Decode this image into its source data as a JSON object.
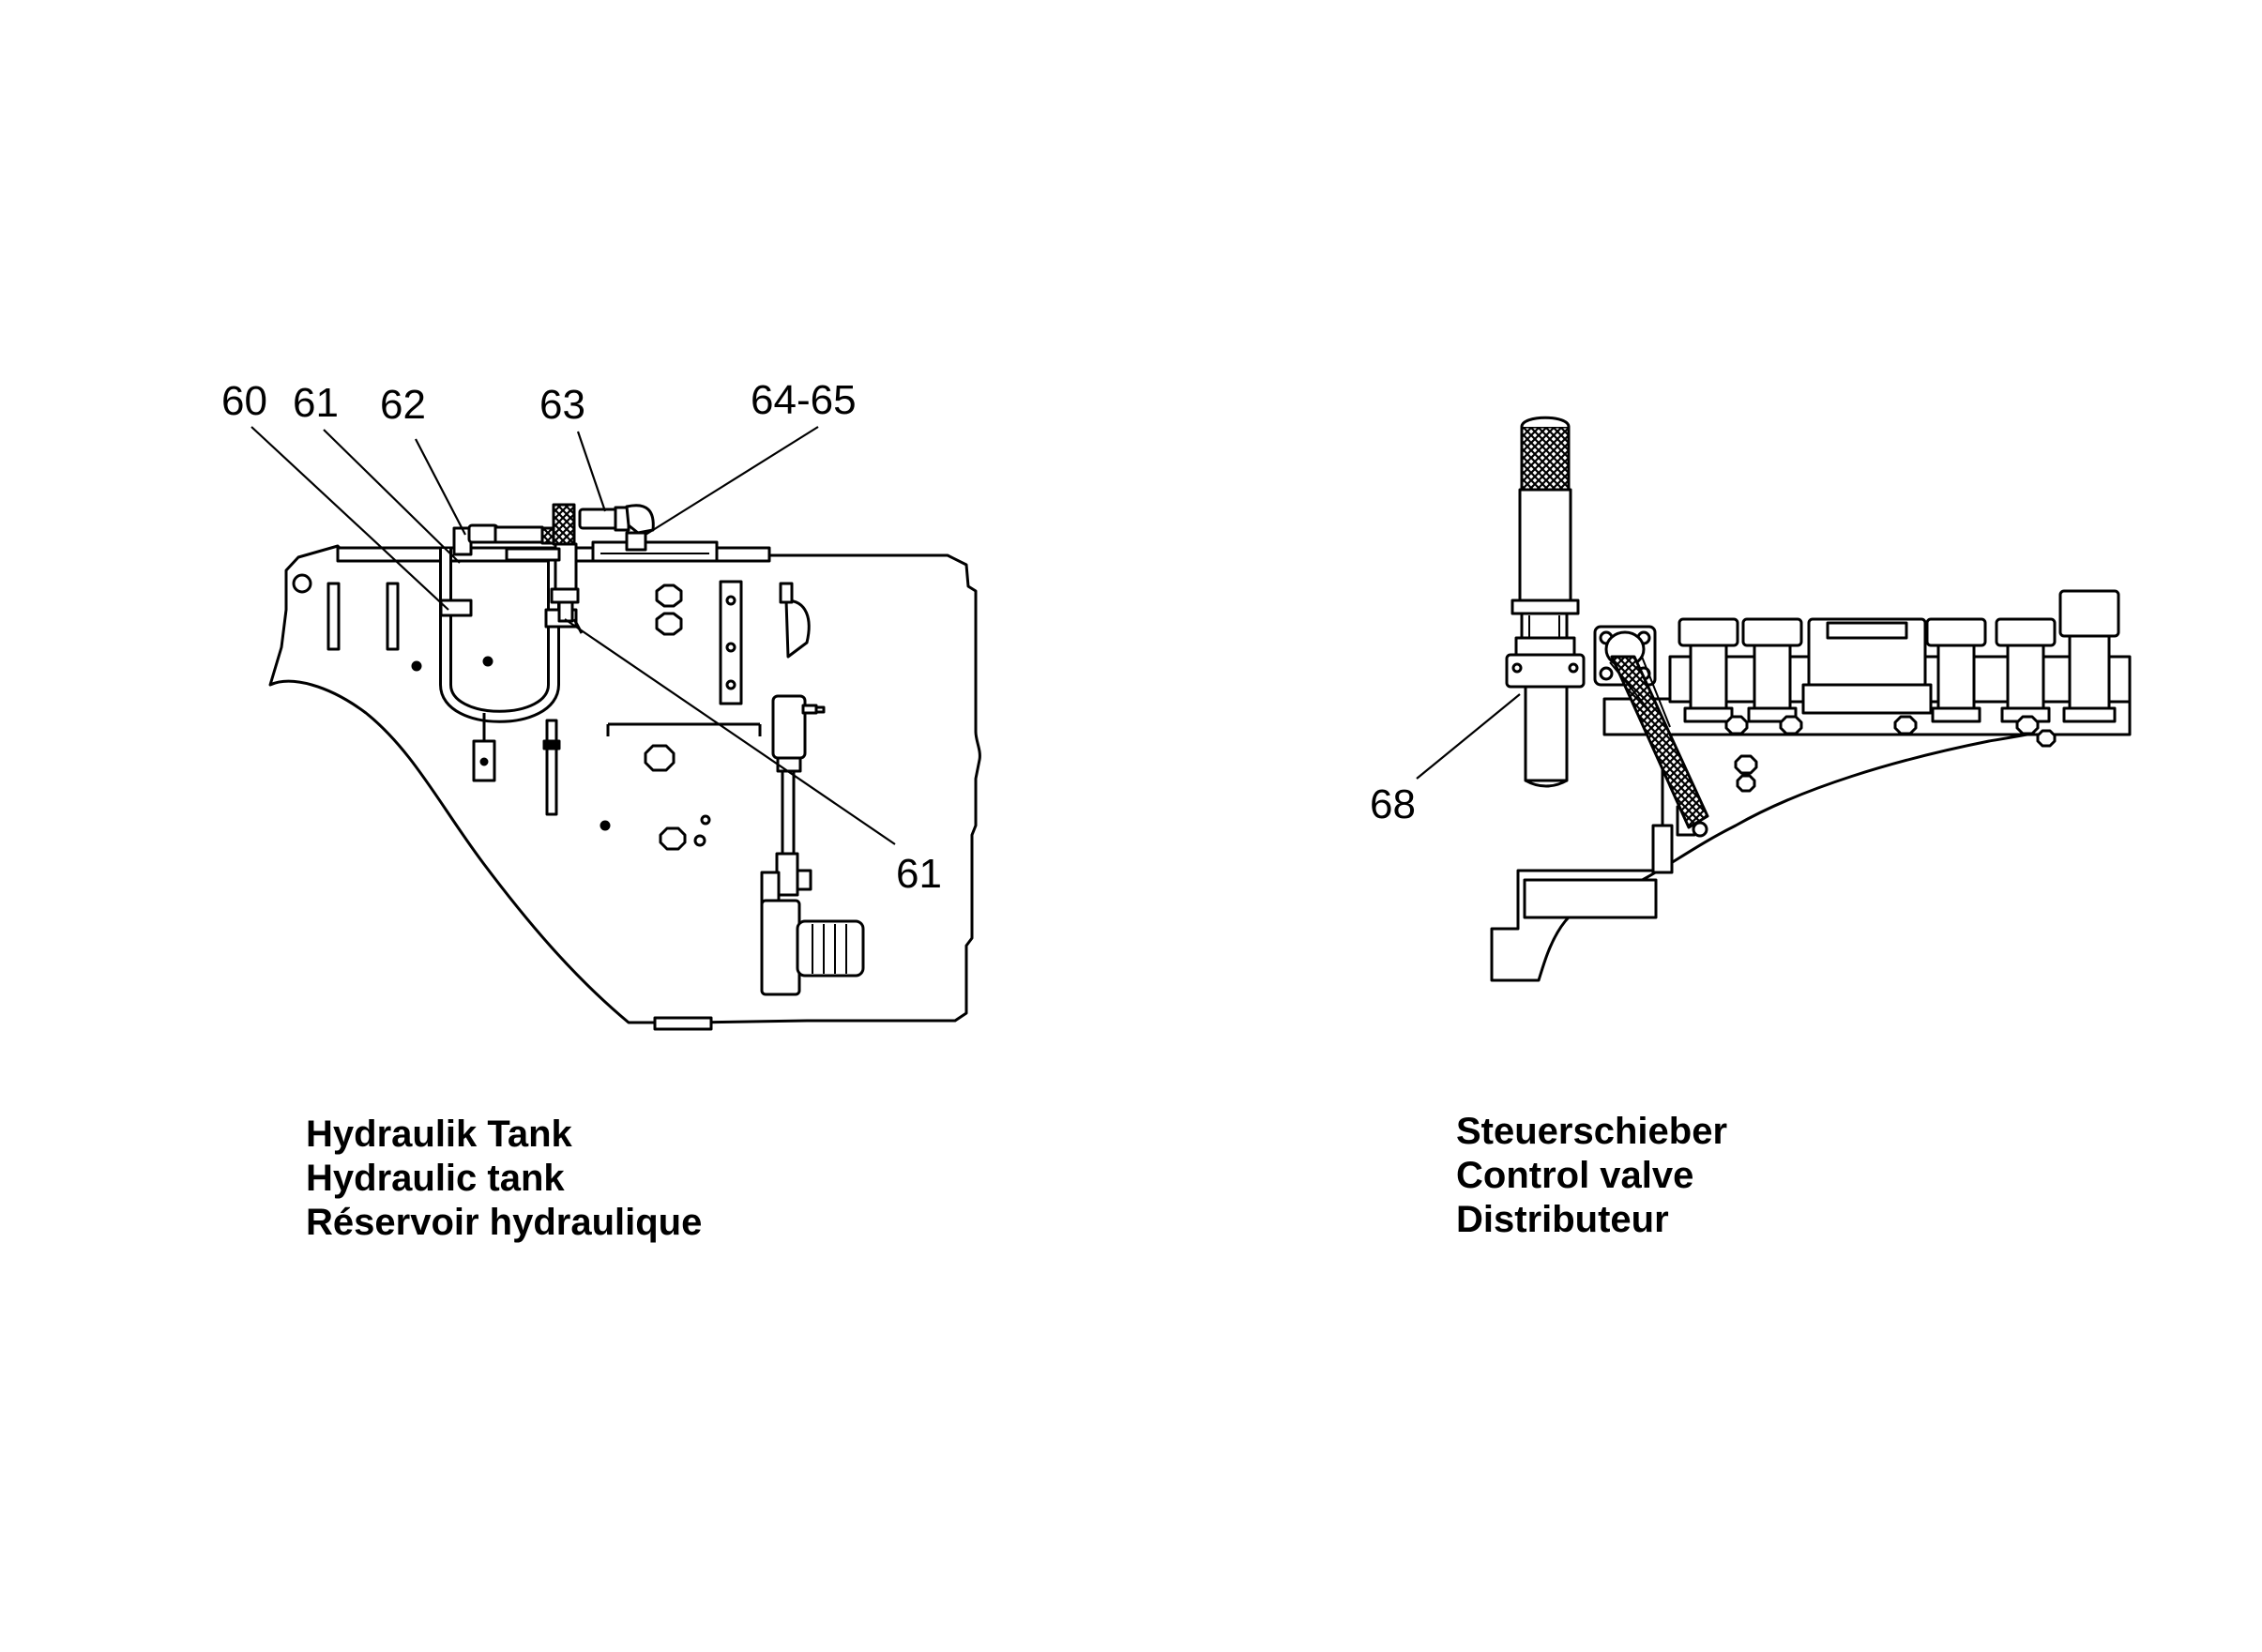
{
  "colors": {
    "line": "#000000",
    "background": "#ffffff"
  },
  "hydraulic_tank": {
    "callouts": [
      "60",
      "61",
      "62",
      "63",
      "64-65",
      "61"
    ],
    "caption": {
      "de": "Hydraulik Tank",
      "en": "Hydraulic tank",
      "fr": "Réservoir hydraulique"
    }
  },
  "control_valve": {
    "callouts": [
      "68"
    ],
    "caption": {
      "de": "Steuerschieber",
      "en": "Control valve",
      "fr": "Distributeur"
    }
  }
}
